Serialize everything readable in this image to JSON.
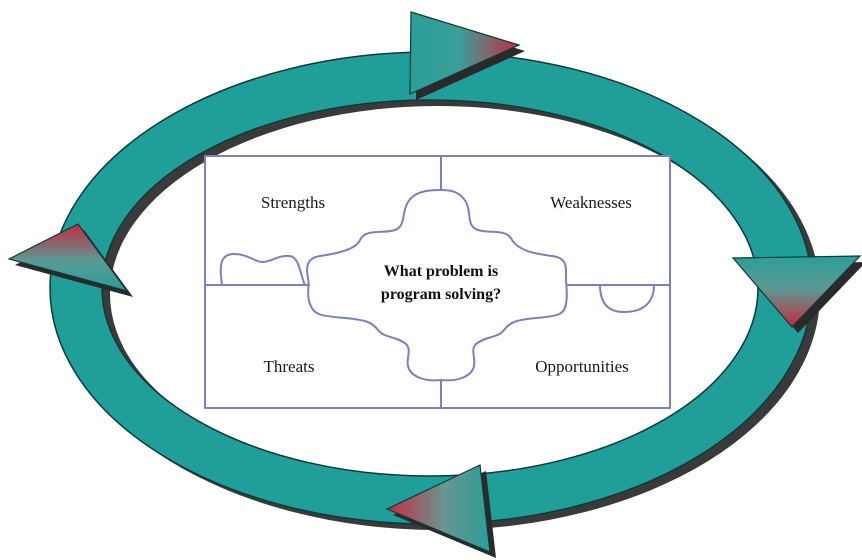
{
  "swot": {
    "strengths": "Strengths",
    "weaknesses": "Weaknesses",
    "threats": "Threats",
    "opportunities": "Opportunities"
  },
  "center": {
    "line1": "What problem is",
    "line2": "program solving?"
  },
  "colors": {
    "ring": "#1f9e9a",
    "ring_stroke": "#0f3a38",
    "arrow_teal": "#2a9e98",
    "arrow_red": "#c62a3e",
    "puzzle_line": "#7b7fc4"
  }
}
